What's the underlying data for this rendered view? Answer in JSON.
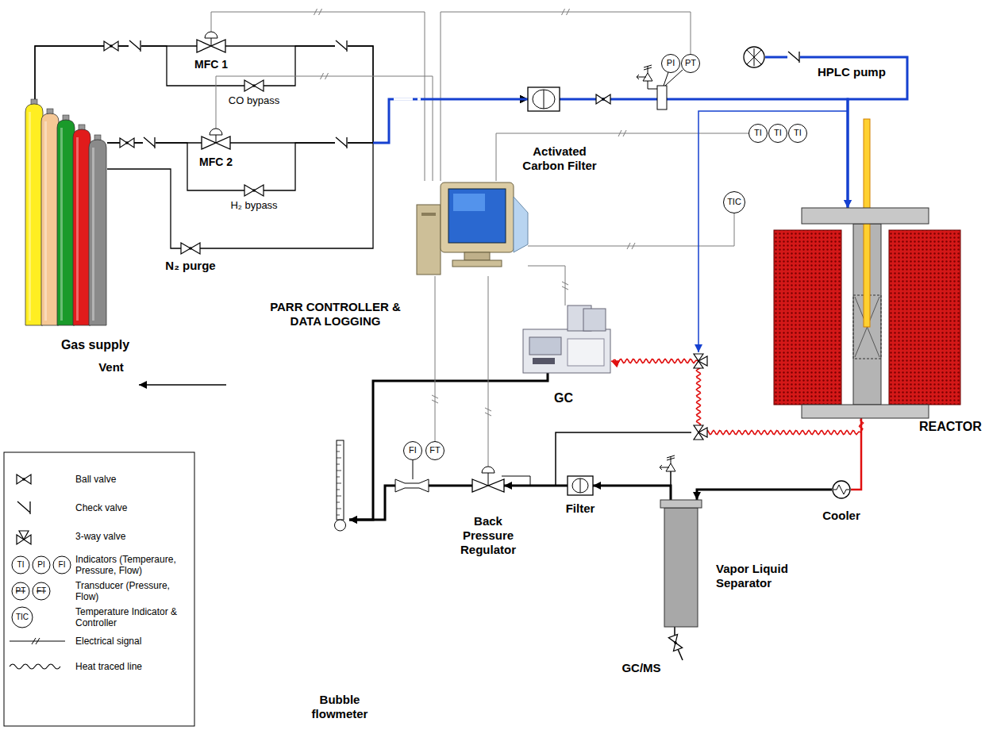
{
  "diagram": {
    "nodes": [
      {
        "text": [
          "Gas supply"
        ]
      },
      {
        "text": [
          "MFC 1"
        ]
      },
      {
        "text": [
          "CO bypass"
        ]
      },
      {
        "text": [
          "MFC 2"
        ]
      },
      {
        "text": [
          "H₂ bypass"
        ]
      },
      {
        "text": [
          "N₂ purge"
        ]
      },
      {
        "text": [
          "PARR CONTROLLER & DATA LOGGING"
        ]
      },
      {
        "text": [
          "Activated Carbon Filter"
        ]
      },
      {
        "text": [
          "PI"
        ]
      },
      {
        "text": [
          "PT"
        ]
      },
      {
        "text": [
          "HPLC pump"
        ]
      },
      {
        "text": [
          "TI"
        ]
      },
      {
        "text": [
          "TI"
        ]
      },
      {
        "text": [
          "TI"
        ]
      },
      {
        "text": [
          "TIC"
        ]
      },
      {
        "text": [
          "REACTOR"
        ]
      },
      {
        "text": [
          "GC"
        ]
      },
      {
        "text": [
          "Cooler"
        ]
      },
      {
        "text": [
          "Vapor Liquid Separator"
        ]
      },
      {
        "text": [
          "Filter"
        ]
      },
      {
        "text": [
          "Back Pressure Regulator"
        ]
      },
      {
        "text": [
          "FI"
        ]
      },
      {
        "text": [
          "FT"
        ]
      },
      {
        "text": [
          "Bubble flowmeter"
        ]
      }
    ],
    "edges": [
      {
        "from": 0,
        "to": 1,
        "arrow": "none"
      },
      {
        "from": 0,
        "to": 2,
        "arrow": "none"
      },
      {
        "from": 0,
        "to": 3,
        "arrow": "none"
      },
      {
        "from": 0,
        "to": 4,
        "arrow": "none"
      },
      {
        "from": 0,
        "to": 5,
        "arrow": "none"
      },
      {
        "from": 1,
        "to": 7,
        "arrow": "to"
      },
      {
        "from": 2,
        "to": 7,
        "arrow": "to"
      },
      {
        "from": 3,
        "to": 7,
        "arrow": "to"
      },
      {
        "from": 4,
        "to": 7,
        "arrow": "to"
      },
      {
        "from": 5,
        "to": 7,
        "arrow": "to"
      },
      {
        "from": 7,
        "to": 15,
        "arrow": "to"
      },
      {
        "from": 10,
        "to": 15,
        "arrow": "to"
      },
      {
        "from": 15,
        "to": 16,
        "arrow": "to"
      },
      {
        "from": 15,
        "to": 17,
        "arrow": "none"
      },
      {
        "from": 17,
        "to": 18,
        "arrow": "to"
      },
      {
        "from": 18,
        "to": 19,
        "arrow": "to"
      },
      {
        "from": 19,
        "to": 20,
        "arrow": "to"
      },
      {
        "from": 20,
        "to": 23,
        "arrow": "to"
      },
      {
        "from": 16,
        "to": 23,
        "arrow": "to"
      },
      {
        "from": 6,
        "to": 1,
        "arrow": "none"
      },
      {
        "from": 6,
        "to": 3,
        "arrow": "none"
      },
      {
        "from": 9,
        "to": 6,
        "arrow": "none"
      },
      {
        "from": 6,
        "to": 11,
        "arrow": "none"
      },
      {
        "from": 6,
        "to": 14,
        "arrow": "none"
      },
      {
        "from": 6,
        "to": 16,
        "arrow": "none"
      },
      {
        "from": 22,
        "to": 6,
        "arrow": "none"
      },
      {
        "from": 6,
        "to": 20,
        "arrow": "none"
      }
    ],
    "labels": [
      "Vent",
      "GC/MS",
      "TI",
      "PI",
      "FI",
      "PT",
      "FT",
      "TIC"
    ],
    "legend": [
      {
        "text": "Ball valve"
      },
      {
        "text": "Check valve"
      },
      {
        "text": "3-way valve"
      },
      {
        "text": "Indicators (Temperaure, Pressure, Flow)"
      },
      {
        "text": "Transducer (Pressure, Flow)"
      },
      {
        "text": "Temperature Indicator & Controller"
      },
      {
        "text": "Electrical signal"
      },
      {
        "text": "Heat traced line"
      }
    ]
  }
}
